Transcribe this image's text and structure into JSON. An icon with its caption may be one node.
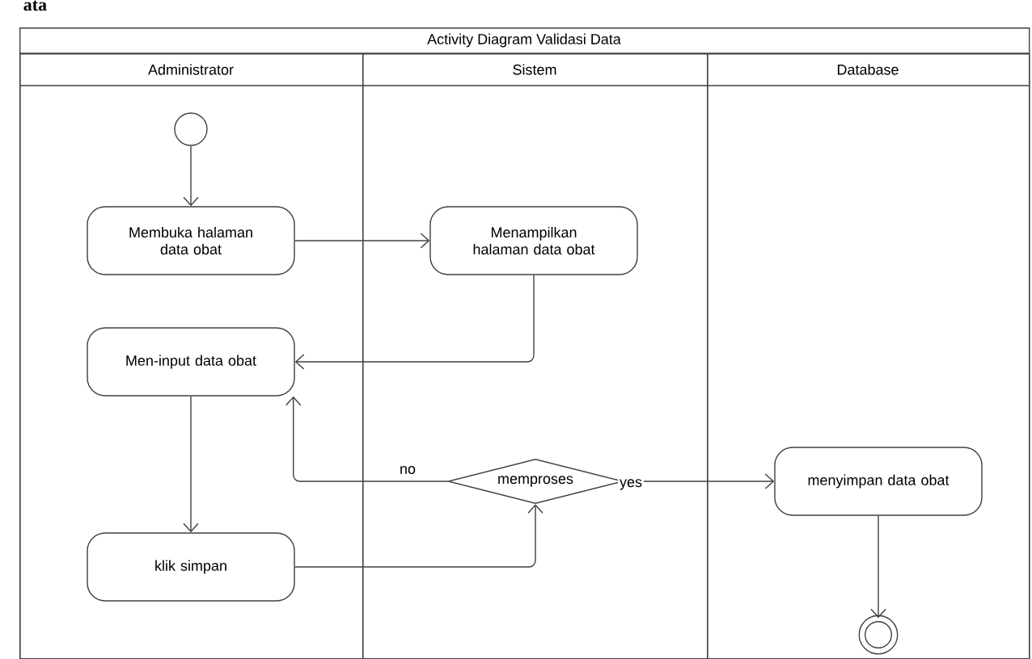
{
  "diagram": {
    "nodes": [
      {
        "text": [
          "Activity Diagram Validasi Data"
        ]
      },
      {
        "text": [
          "Administrator"
        ],
        "in": 0
      },
      {
        "text": [
          "Sistem"
        ],
        "in": 0
      },
      {
        "text": [
          "Database"
        ],
        "in": 0
      },
      {
        "text": [],
        "shape": "circle",
        "in": 1
      },
      {
        "text": [
          "Membuka halaman data obat"
        ],
        "in": 1
      },
      {
        "text": [
          "Menampilkan halaman data obat"
        ],
        "in": 2
      },
      {
        "text": [
          "Men-input data obat"
        ],
        "in": 1
      },
      {
        "text": [
          "klik simpan"
        ],
        "in": 1
      },
      {
        "text": [
          "memproses"
        ],
        "in": 2
      },
      {
        "text": [
          "menyimpan data obat"
        ],
        "in": 3
      },
      {
        "text": [],
        "shape": "circle",
        "in": 3
      }
    ],
    "edges": [
      {
        "from": 4,
        "to": 5,
        "arrow": "to"
      },
      {
        "from": 5,
        "to": 6,
        "arrow": "to"
      },
      {
        "from": 6,
        "to": 7,
        "arrow": "to"
      },
      {
        "from": 7,
        "to": 8,
        "arrow": "to"
      },
      {
        "from": 8,
        "to": 9,
        "arrow": "to"
      },
      {
        "from": 9,
        "to": 7,
        "arrow": "to",
        "label": "no"
      },
      {
        "from": 9,
        "to": 10,
        "arrow": "to",
        "label": "yes"
      },
      {
        "from": 10,
        "to": 11,
        "arrow": "to"
      }
    ],
    "labels": [
      "ata"
    ]
  }
}
